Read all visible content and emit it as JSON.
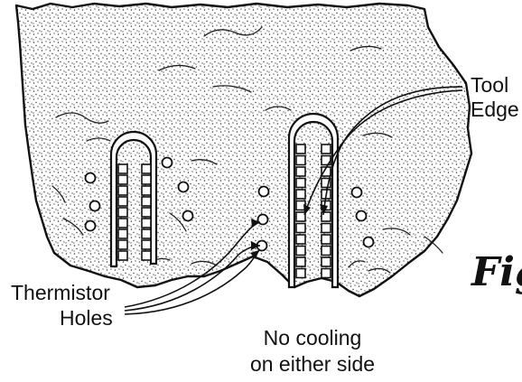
{
  "labels": {
    "tool_edge": [
      "Tool",
      "Edge"
    ],
    "thermistor_holes": [
      "Thermistor",
      "Holes"
    ],
    "no_cooling": [
      "No cooling",
      "on either side"
    ],
    "fig": "Fig"
  },
  "colors": {
    "ink": "#111111",
    "background": "#ffffff"
  }
}
